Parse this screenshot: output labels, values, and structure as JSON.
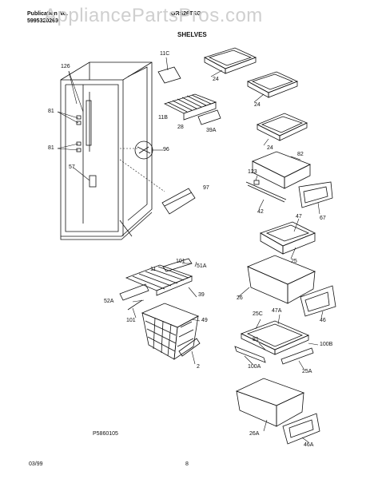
{
  "header": {
    "publication_label": "Publication No.",
    "publication_no": "5995320269",
    "model": "GRS26TRG",
    "watermark": "AppliancePartsPros.com",
    "section": "SHELVES"
  },
  "parts": {
    "p126": "126",
    "p81a": "81",
    "p81b": "81",
    "p57": "57",
    "p11c": "11C",
    "p11b": "11B",
    "p28": "28",
    "p39a": "39A",
    "p96": "96",
    "p97": "97",
    "p24a": "24",
    "p24b": "24",
    "p24c": "24",
    "p82": "82",
    "p123": "123",
    "p42": "42",
    "p67": "67",
    "p47": "47",
    "p25": "25",
    "p11": "11",
    "p101a": "101",
    "p51a": "51A",
    "p39": "39",
    "p52a": "52A",
    "p101b": "101",
    "p49": "49",
    "p2": "2",
    "p26": "26",
    "p46": "46",
    "p25c": "25C",
    "p47a": "47A",
    "p81c": "81",
    "p100b": "100B",
    "p100a": "100A",
    "p25a": "25A",
    "p26a": "26A",
    "p46a": "46A"
  },
  "footer": {
    "drawing_no": "P5860105",
    "date": "03/99",
    "page": "8"
  }
}
